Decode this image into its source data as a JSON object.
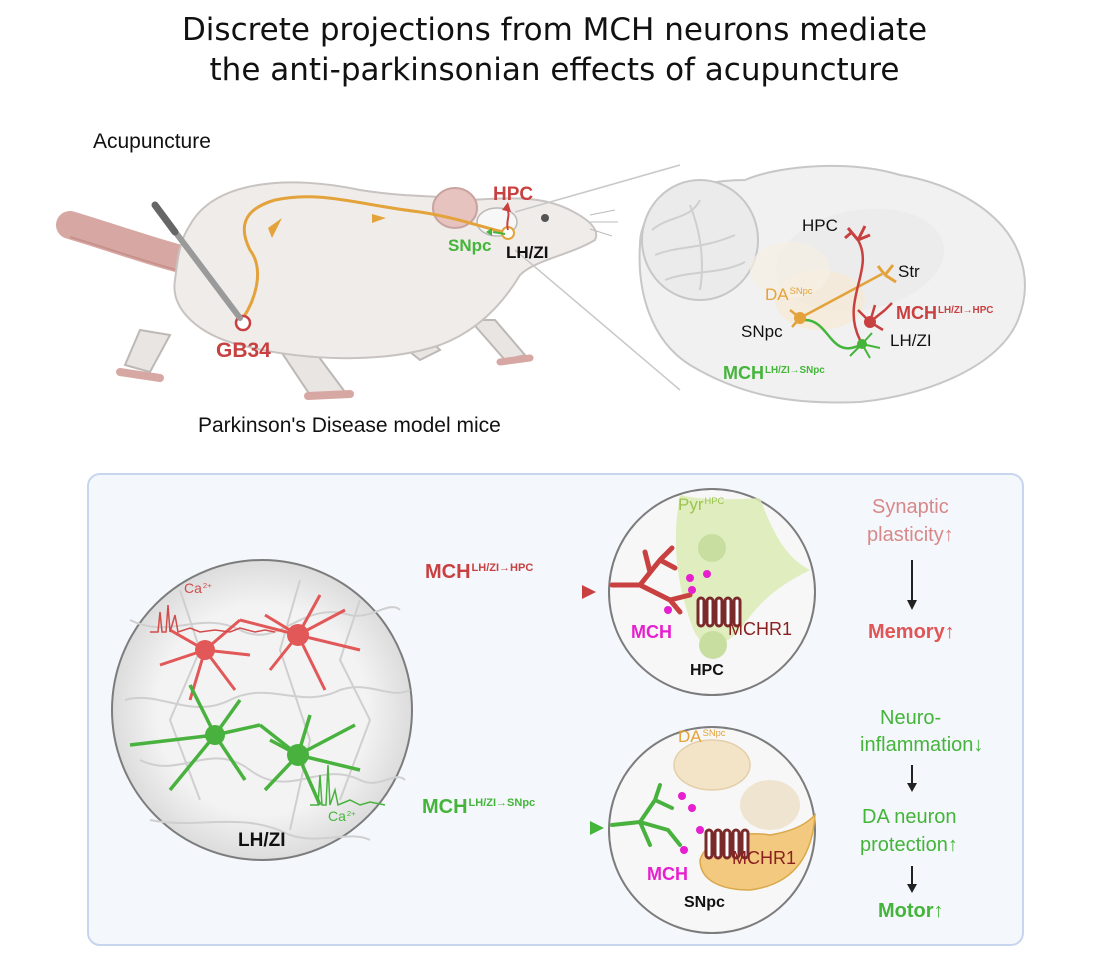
{
  "title": {
    "line1": "Discrete projections from MCH neurons mediate",
    "line2": "the anti-parkinsonian effects of acupuncture"
  },
  "top": {
    "acupuncture_label": "Acupuncture",
    "gb34_label": "GB34",
    "hpc_label": "HPC",
    "snpc_label": "SNpc",
    "lhzi_label": "LH/ZI",
    "caption": "Parkinson's Disease model mice",
    "brain": {
      "hpc": "HPC",
      "str": "Str",
      "da": "DA",
      "da_sup": "SNpc",
      "snpc": "SNpc",
      "lhzi": "LH/ZI",
      "mch": "MCH",
      "mch_hpc_sup": "LH/ZI→HPC",
      "mch_snpc_sup": "LH/ZI→SNpc"
    }
  },
  "bottom": {
    "lhzi_label": "LH/ZI",
    "ca": "Ca",
    "ca_sup": "2+",
    "proj_mch": "MCH",
    "proj_hpc_sup": "LH/ZI→HPC",
    "proj_snpc_sup": "LH/ZI→SNpc",
    "hpc_circle": {
      "pyr": "Pyr",
      "pyr_sup": "HPC",
      "mch": "MCH",
      "receptor": "MCHR1",
      "region": "HPC"
    },
    "snpc_circle": {
      "da": "DA",
      "da_sup": "SNpc",
      "mch": "MCH",
      "receptor": "MCHR1",
      "region": "SNpc"
    },
    "outcomes_top": {
      "line1": "Synaptic",
      "line2": "plasticity↑",
      "result": "Memory↑"
    },
    "outcomes_bottom": {
      "a1": "Neuro-",
      "a2": "inflammation↓",
      "b1": "DA neuron",
      "b2": "protection↑",
      "result": "Motor↑"
    }
  },
  "colors": {
    "red": "#c94040",
    "green": "#44b53a",
    "orange": "#e3a33a",
    "magenta": "#e61fcf",
    "dark_red": "#8a2020",
    "panel_bg": "#f4f7fc",
    "panel_border": "#c7d6ee"
  }
}
